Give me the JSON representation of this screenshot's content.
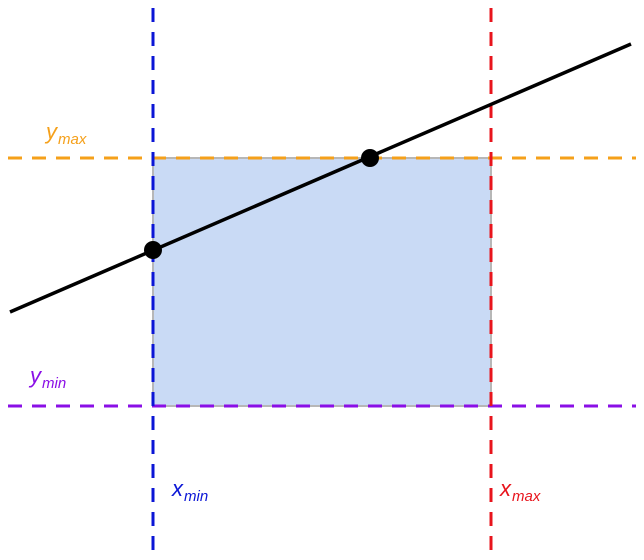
{
  "diagram": {
    "labels": {
      "x_min": {
        "base": "x",
        "sub": "min",
        "color": "#0b16d6"
      },
      "x_max": {
        "base": "x",
        "sub": "max",
        "color": "#e8141c"
      },
      "y_min": {
        "base": "y",
        "sub": "min",
        "color": "#8a0fe6"
      },
      "y_max": {
        "base": "y",
        "sub": "max",
        "color": "#f5a01a"
      }
    },
    "colors": {
      "clip_window_fill": "#c9daf5",
      "clip_window_border": "#b7b7b7",
      "line": "#000000",
      "intersection_point": "#000000"
    }
  }
}
